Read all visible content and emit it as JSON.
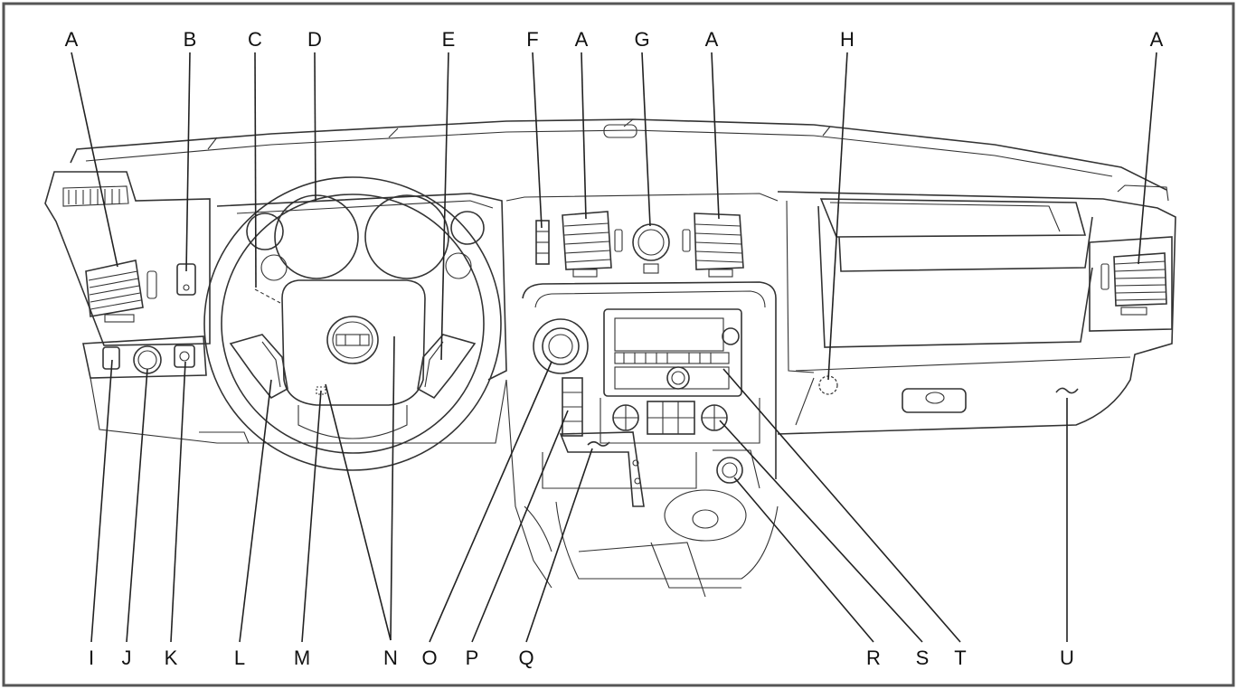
{
  "labels": {
    "top": [
      "A",
      "B",
      "C",
      "D",
      "E",
      "F",
      "A",
      "G",
      "A",
      "H",
      "A"
    ],
    "bottom": [
      "I",
      "J",
      "K",
      "L",
      "M",
      "N",
      "O",
      "P",
      "Q",
      "R",
      "S",
      "T",
      "U"
    ]
  },
  "colors": {
    "line": "#222222",
    "border": "#555555",
    "background": "#ffffff"
  }
}
